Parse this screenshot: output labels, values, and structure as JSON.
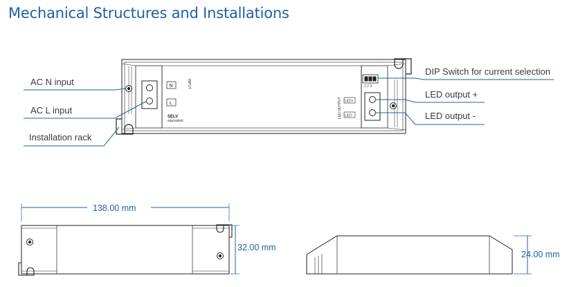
{
  "title": "Mechanical Structures and Installations",
  "callouts": {
    "ac_n": "AC N input",
    "ac_l": "AC L input",
    "rack": "Installation rack",
    "dip": "DIP Switch for current selection",
    "led_plus": "LED output +",
    "led_minus": "LED output -"
  },
  "device_labels": {
    "n_terminal": "N",
    "l_terminal": "L",
    "selv": "SELV",
    "selv_sub": "equivalent",
    "input_text": "INPUT",
    "led_plus_tag": "LED+",
    "led_minus_tag": "LED-",
    "led_output_text": "LED OUTPUT",
    "dip_numbers": "1 2 3"
  },
  "dimensions": {
    "length": "138.00 mm",
    "width": "32.00 mm",
    "height": "24.00 mm"
  },
  "colors": {
    "title": "#1f5fa6",
    "dimension": "#1f5fa6",
    "leader": "#1f5fa6",
    "outline": "#222222",
    "callout_text": "#3a3a3a"
  }
}
